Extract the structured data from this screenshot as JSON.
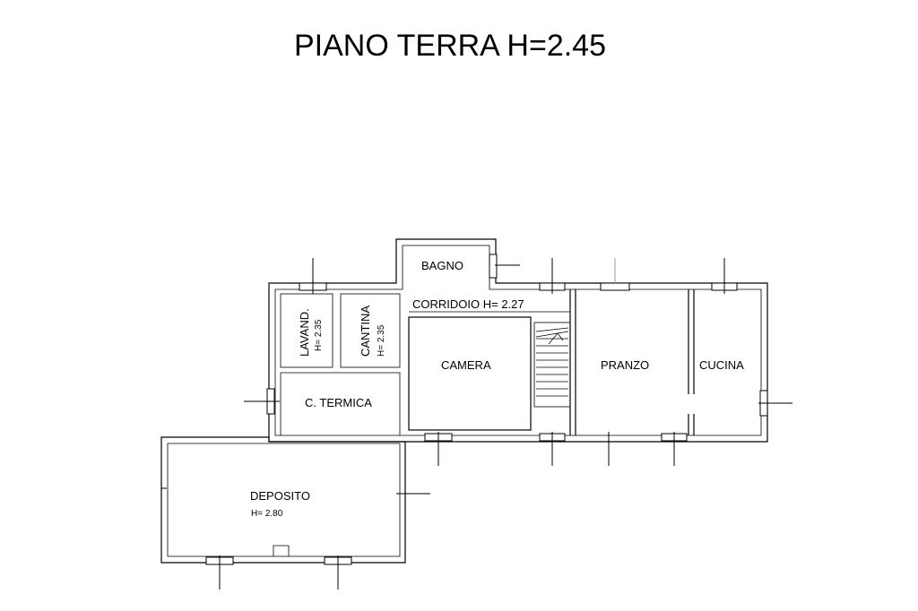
{
  "title": "PIANO TERRA H=2.45",
  "rooms": {
    "bagno": "BAGNO",
    "corridoio": "CORRIDOIO H= 2.27",
    "lavand": "LAVAND.",
    "lavand_h": "H= 2.35",
    "cantina": "CANTINA",
    "cantina_h": "H= 2.35",
    "camera": "CAMERA",
    "pranzo": "PRANZO",
    "cucina": "CUCINA",
    "termica": "C. TERMICA",
    "deposito": "DEPOSITO",
    "deposito_h": "H= 2.80"
  }
}
